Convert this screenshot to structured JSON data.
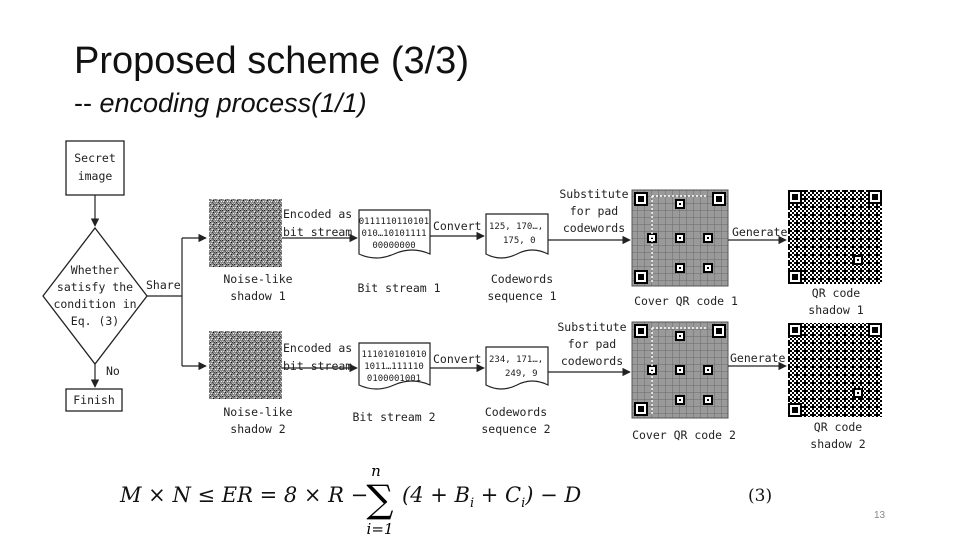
{
  "slide": {
    "title": "Proposed scheme (3/3)",
    "subtitle_prefix": "-- ",
    "subtitle_italic": "encoding process(1/1)",
    "page_number": "13"
  },
  "flow": {
    "secret_image": [
      "Secret",
      "image"
    ],
    "decision": [
      "Whether",
      "satisfy the",
      "condition in",
      "Eq. (3)"
    ],
    "share_label": "Share",
    "no_label": "No",
    "finish_label": "Finish"
  },
  "row1": {
    "shadow_label": [
      "Noise-like",
      "shadow 1"
    ],
    "encoded_label": [
      "Encoded as",
      "bit stream"
    ],
    "bitstream_content": [
      "0111110110101",
      "010…10101111",
      "00000000"
    ],
    "bitstream_label": "Bit stream 1",
    "convert_label": "Convert",
    "codewords_content": [
      "125, 170…,",
      "175, 0"
    ],
    "codewords_label": [
      "Codewords",
      "sequence 1"
    ],
    "substitute_label": [
      "Substitute",
      "for pad",
      "codewords"
    ],
    "cover_label": "Cover QR code 1",
    "generate_label": "Generate",
    "qr_label": [
      "QR code",
      "shadow 1"
    ]
  },
  "row2": {
    "shadow_label": [
      "Noise-like",
      "shadow 2"
    ],
    "encoded_label": [
      "Encoded as",
      "bit stream"
    ],
    "bitstream_content": [
      "111010101010",
      "1011…111110",
      "0100001001"
    ],
    "bitstream_label": "Bit stream 2",
    "convert_label": "Convert",
    "codewords_content": [
      "234, 171…,",
      "249, 9"
    ],
    "codewords_label": [
      "Codewords",
      "sequence 2"
    ],
    "substitute_label": [
      "Substitute",
      "for pad",
      "codewords"
    ],
    "cover_label": "Cover QR code 2",
    "generate_label": "Generate",
    "qr_label": [
      "QR code",
      "shadow 2"
    ]
  },
  "equation": {
    "lhs": "M × N ≤ ER = 8 × R − ",
    "sum_top": "n",
    "sum_bottom": "i=1",
    "rhs": "(4 + B",
    "sub_i": "i",
    "plus_c": " + C",
    "tail": ") − D",
    "number": "(3)"
  }
}
